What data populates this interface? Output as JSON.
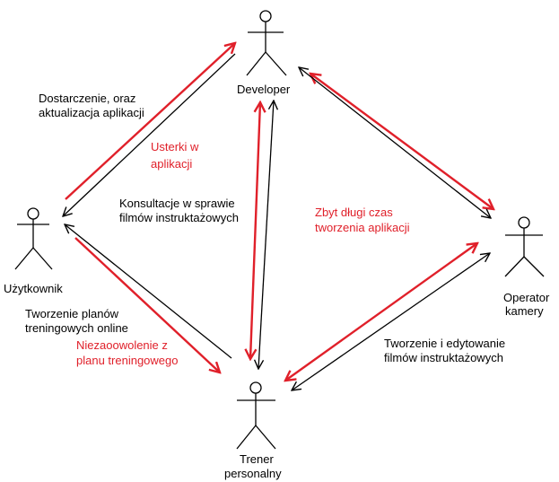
{
  "colors": {
    "black_line": "#000000",
    "red_line": "#e0202a",
    "red_text": "#e0202a",
    "text": "#000000",
    "background": "#ffffff"
  },
  "actors": {
    "developer": {
      "label": "Developer"
    },
    "uzytkownik": {
      "label": "Użytkownik"
    },
    "operator": {
      "label_line1": "Operator",
      "label_line2": "kamery"
    },
    "trener": {
      "label_line1": "Trener",
      "label_line2": "personalny"
    }
  },
  "labels": {
    "dostarczenie": {
      "line1": "Dostarczenie, oraz",
      "line2": "aktualizacja aplikacji"
    },
    "usterki": {
      "line1": "Usterki w",
      "line2": "aplikacji"
    },
    "konsultacje": {
      "line1": "Konsultacje w sprawie",
      "line2": "filmów instruktażowych"
    },
    "zbyt_dlugi": {
      "line1": "Zbyt długi czas",
      "line2": "tworzenia aplikacji"
    },
    "tworzenie_planow": {
      "line1": "Tworzenie planów",
      "line2": "treningowych online"
    },
    "niezadowolenie": {
      "line1": "Niezaoowolenie z",
      "line2": "planu treningowego"
    },
    "tworzenie_filmow": {
      "line1": "Tworzenie i edytowanie",
      "line2": "filmów instruktażowych"
    }
  }
}
